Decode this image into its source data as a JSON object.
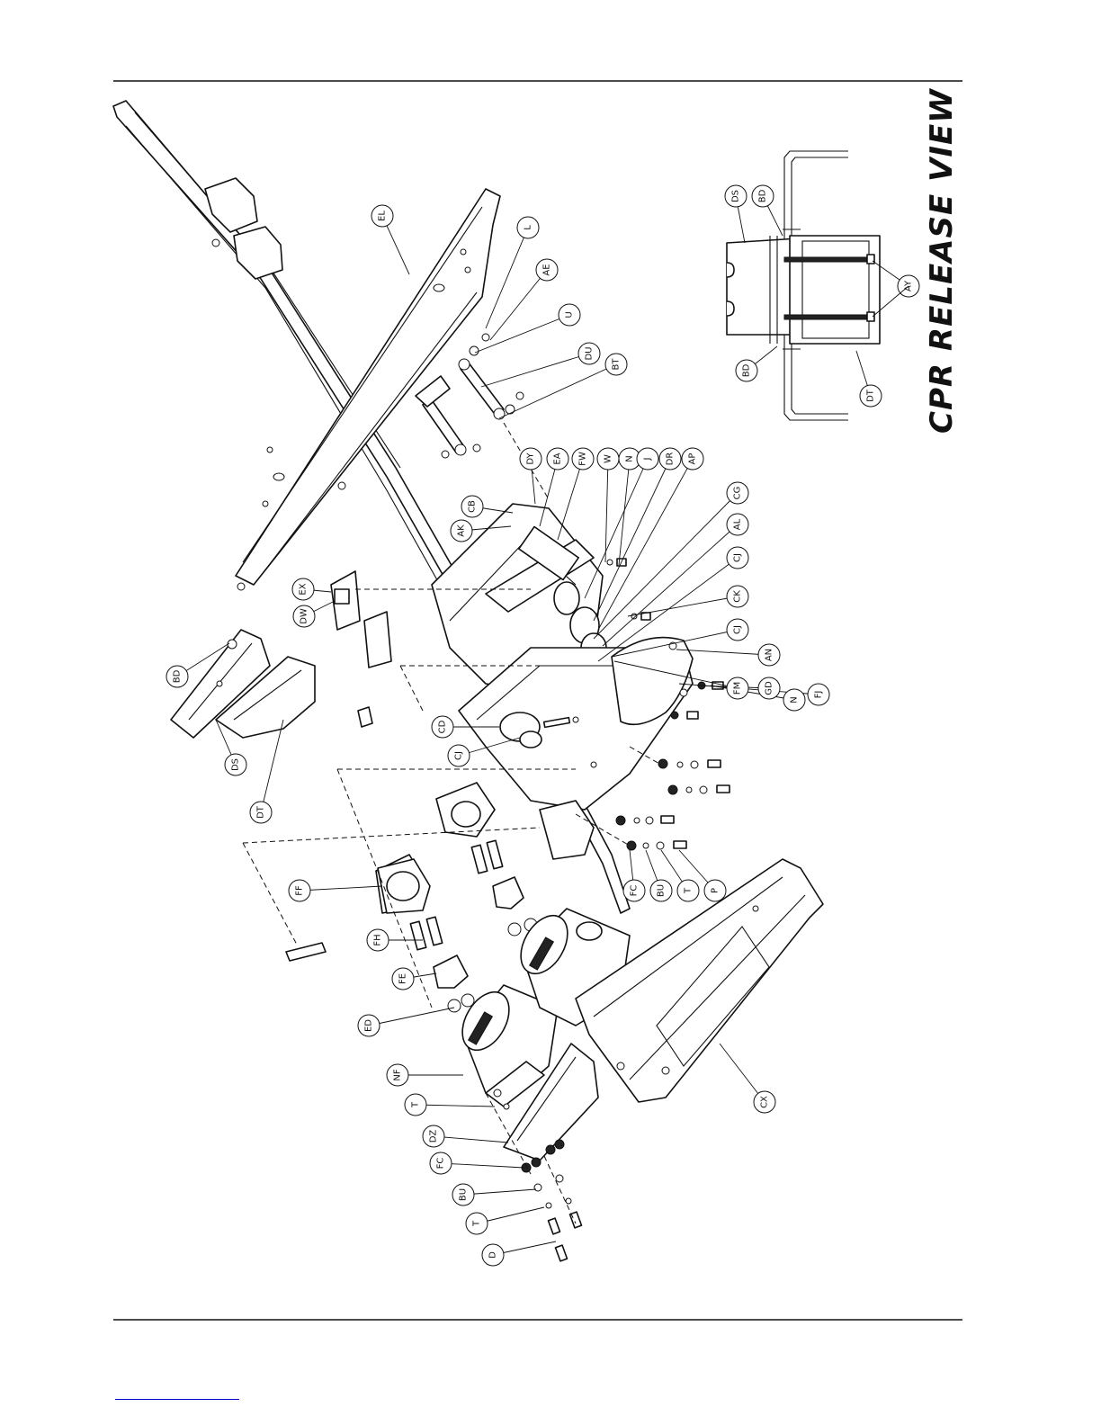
{
  "diagram": {
    "view_title": "CPR RELEASE VIEW",
    "callouts": [
      {
        "id": "el",
        "label": "EL"
      },
      {
        "id": "l",
        "label": "L"
      },
      {
        "id": "ae",
        "label": "AE"
      },
      {
        "id": "u",
        "label": "U"
      },
      {
        "id": "du",
        "label": "DU"
      },
      {
        "id": "bt",
        "label": "BT"
      },
      {
        "id": "dy",
        "label": "DY"
      },
      {
        "id": "ea",
        "label": "EA"
      },
      {
        "id": "fw",
        "label": "FW"
      },
      {
        "id": "w",
        "label": "W"
      },
      {
        "id": "n1",
        "label": "N"
      },
      {
        "id": "j",
        "label": "J"
      },
      {
        "id": "dr",
        "label": "DR"
      },
      {
        "id": "ap",
        "label": "AP"
      },
      {
        "id": "cg",
        "label": "CG"
      },
      {
        "id": "al",
        "label": "AL"
      },
      {
        "id": "cj1",
        "label": "CJ"
      },
      {
        "id": "ck",
        "label": "CK"
      },
      {
        "id": "cj2",
        "label": "CJ"
      },
      {
        "id": "an",
        "label": "AN"
      },
      {
        "id": "fj",
        "label": "FJ"
      },
      {
        "id": "n2",
        "label": "N"
      },
      {
        "id": "gd",
        "label": "GD"
      },
      {
        "id": "fm",
        "label": "FM"
      },
      {
        "id": "cb",
        "label": "CB"
      },
      {
        "id": "ak",
        "label": "AK"
      },
      {
        "id": "ex",
        "label": "EX"
      },
      {
        "id": "dw",
        "label": "DW"
      },
      {
        "id": "bd1",
        "label": "BD"
      },
      {
        "id": "ds1",
        "label": "DS"
      },
      {
        "id": "dt1",
        "label": "DT"
      },
      {
        "id": "cd",
        "label": "CD"
      },
      {
        "id": "cj3",
        "label": "CJ"
      },
      {
        "id": "ff",
        "label": "FF"
      },
      {
        "id": "fh",
        "label": "FH"
      },
      {
        "id": "fe",
        "label": "FE"
      },
      {
        "id": "ed",
        "label": "ED"
      },
      {
        "id": "nf",
        "label": "NF"
      },
      {
        "id": "t1",
        "label": "T"
      },
      {
        "id": "dz",
        "label": "DZ"
      },
      {
        "id": "fc1",
        "label": "FC"
      },
      {
        "id": "bu1",
        "label": "BU"
      },
      {
        "id": "t2",
        "label": "T"
      },
      {
        "id": "d",
        "label": "D"
      },
      {
        "id": "fc2",
        "label": "FC"
      },
      {
        "id": "bu2",
        "label": "BU"
      },
      {
        "id": "t3",
        "label": "T"
      },
      {
        "id": "p",
        "label": "P"
      },
      {
        "id": "cx",
        "label": "CX"
      },
      {
        "id": "ds2",
        "label": "DS"
      },
      {
        "id": "bd2",
        "label": "BD"
      },
      {
        "id": "ay",
        "label": "AY"
      },
      {
        "id": "bd3",
        "label": "BD"
      },
      {
        "id": "dt2",
        "label": "DT"
      }
    ]
  }
}
